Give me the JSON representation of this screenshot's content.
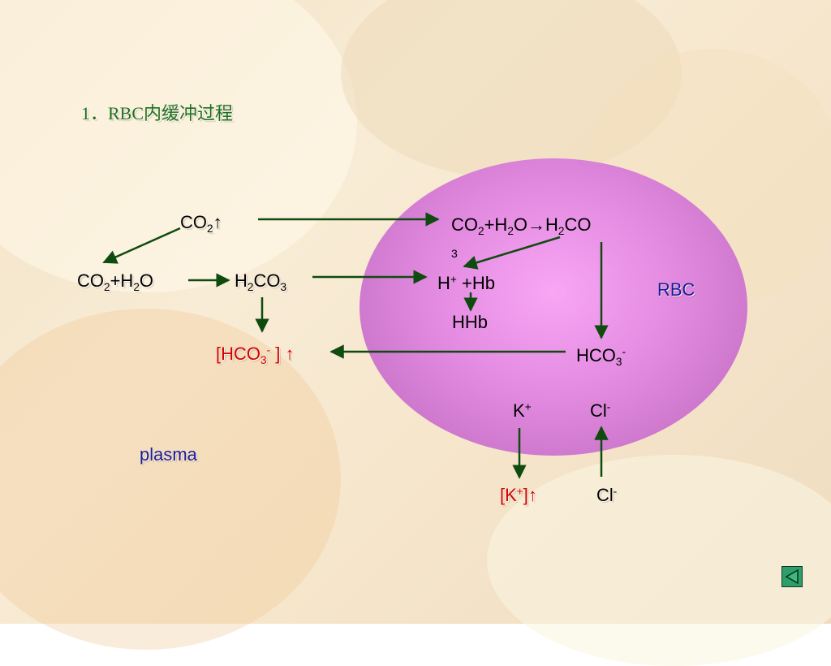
{
  "title": "1．RBC内缓冲过程",
  "labels": {
    "co2_up": "CO2↑",
    "co2_h2o_left": "CO2+H2O",
    "h2co3_left": "H2CO3",
    "hco3_plasma": "[HCO3- ] ↑",
    "plasma": "plasma",
    "reaction_rbc": "CO2+H2O→H2CO3",
    "h_hb": "H+ +Hb",
    "hhb": "HHb",
    "rbc": "RBC",
    "hco3_rbc": "HCO3-",
    "k_in": "K+",
    "cl_in": "Cl-",
    "k_out": "[K+]↑",
    "cl_out": "Cl-"
  },
  "colors": {
    "arrow": "#0f4a0f",
    "title": "#1f6f1f",
    "red_text": "#d40000",
    "blue_text": "#1a1a9a",
    "cell": "#e28ae0"
  },
  "nav": {
    "icon": "play-back-icon"
  }
}
